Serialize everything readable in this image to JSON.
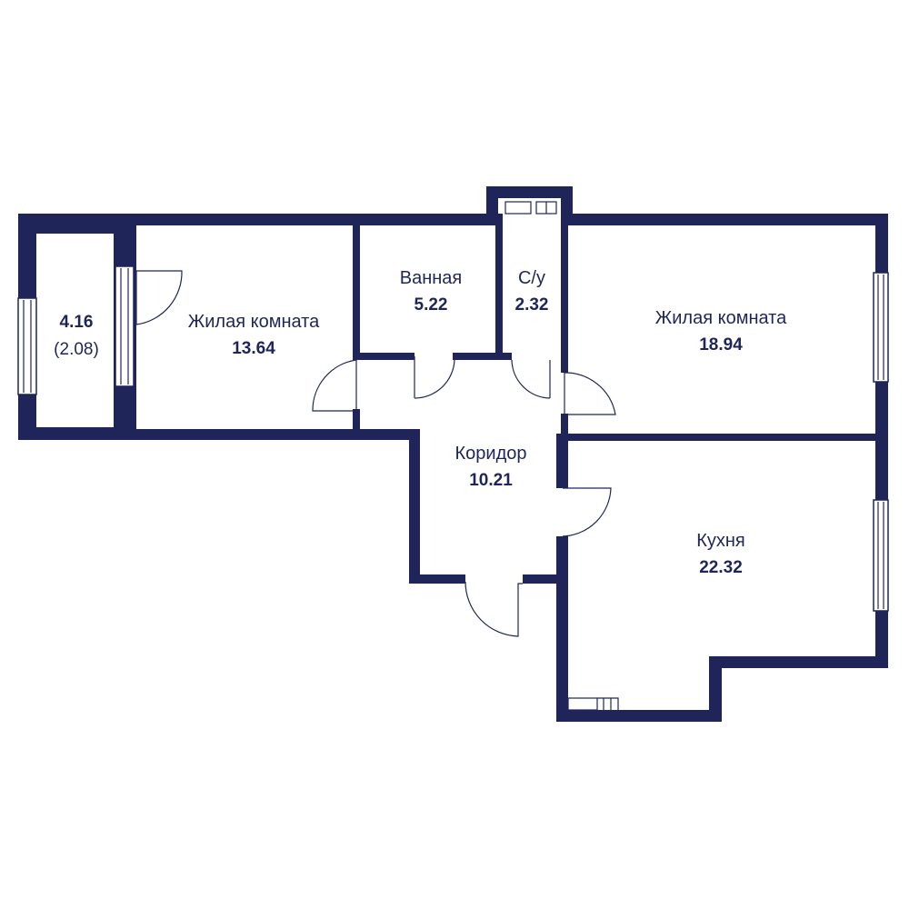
{
  "colors": {
    "wall": "#1f2559",
    "background": "#ffffff"
  },
  "rooms": {
    "balcony": {
      "area": "4.16",
      "sub_area": "(2.08)"
    },
    "living_room_1": {
      "name": "Жилая комната",
      "area": "13.64"
    },
    "bathroom": {
      "name": "Ванная",
      "area": "5.22"
    },
    "toilet": {
      "name": "С/у",
      "area": "2.32"
    },
    "living_room_2": {
      "name": "Жилая комната",
      "area": "18.94"
    },
    "corridor": {
      "name": "Коридор",
      "area": "10.21"
    },
    "kitchen": {
      "name": "Кухня",
      "area": "22.32"
    }
  }
}
